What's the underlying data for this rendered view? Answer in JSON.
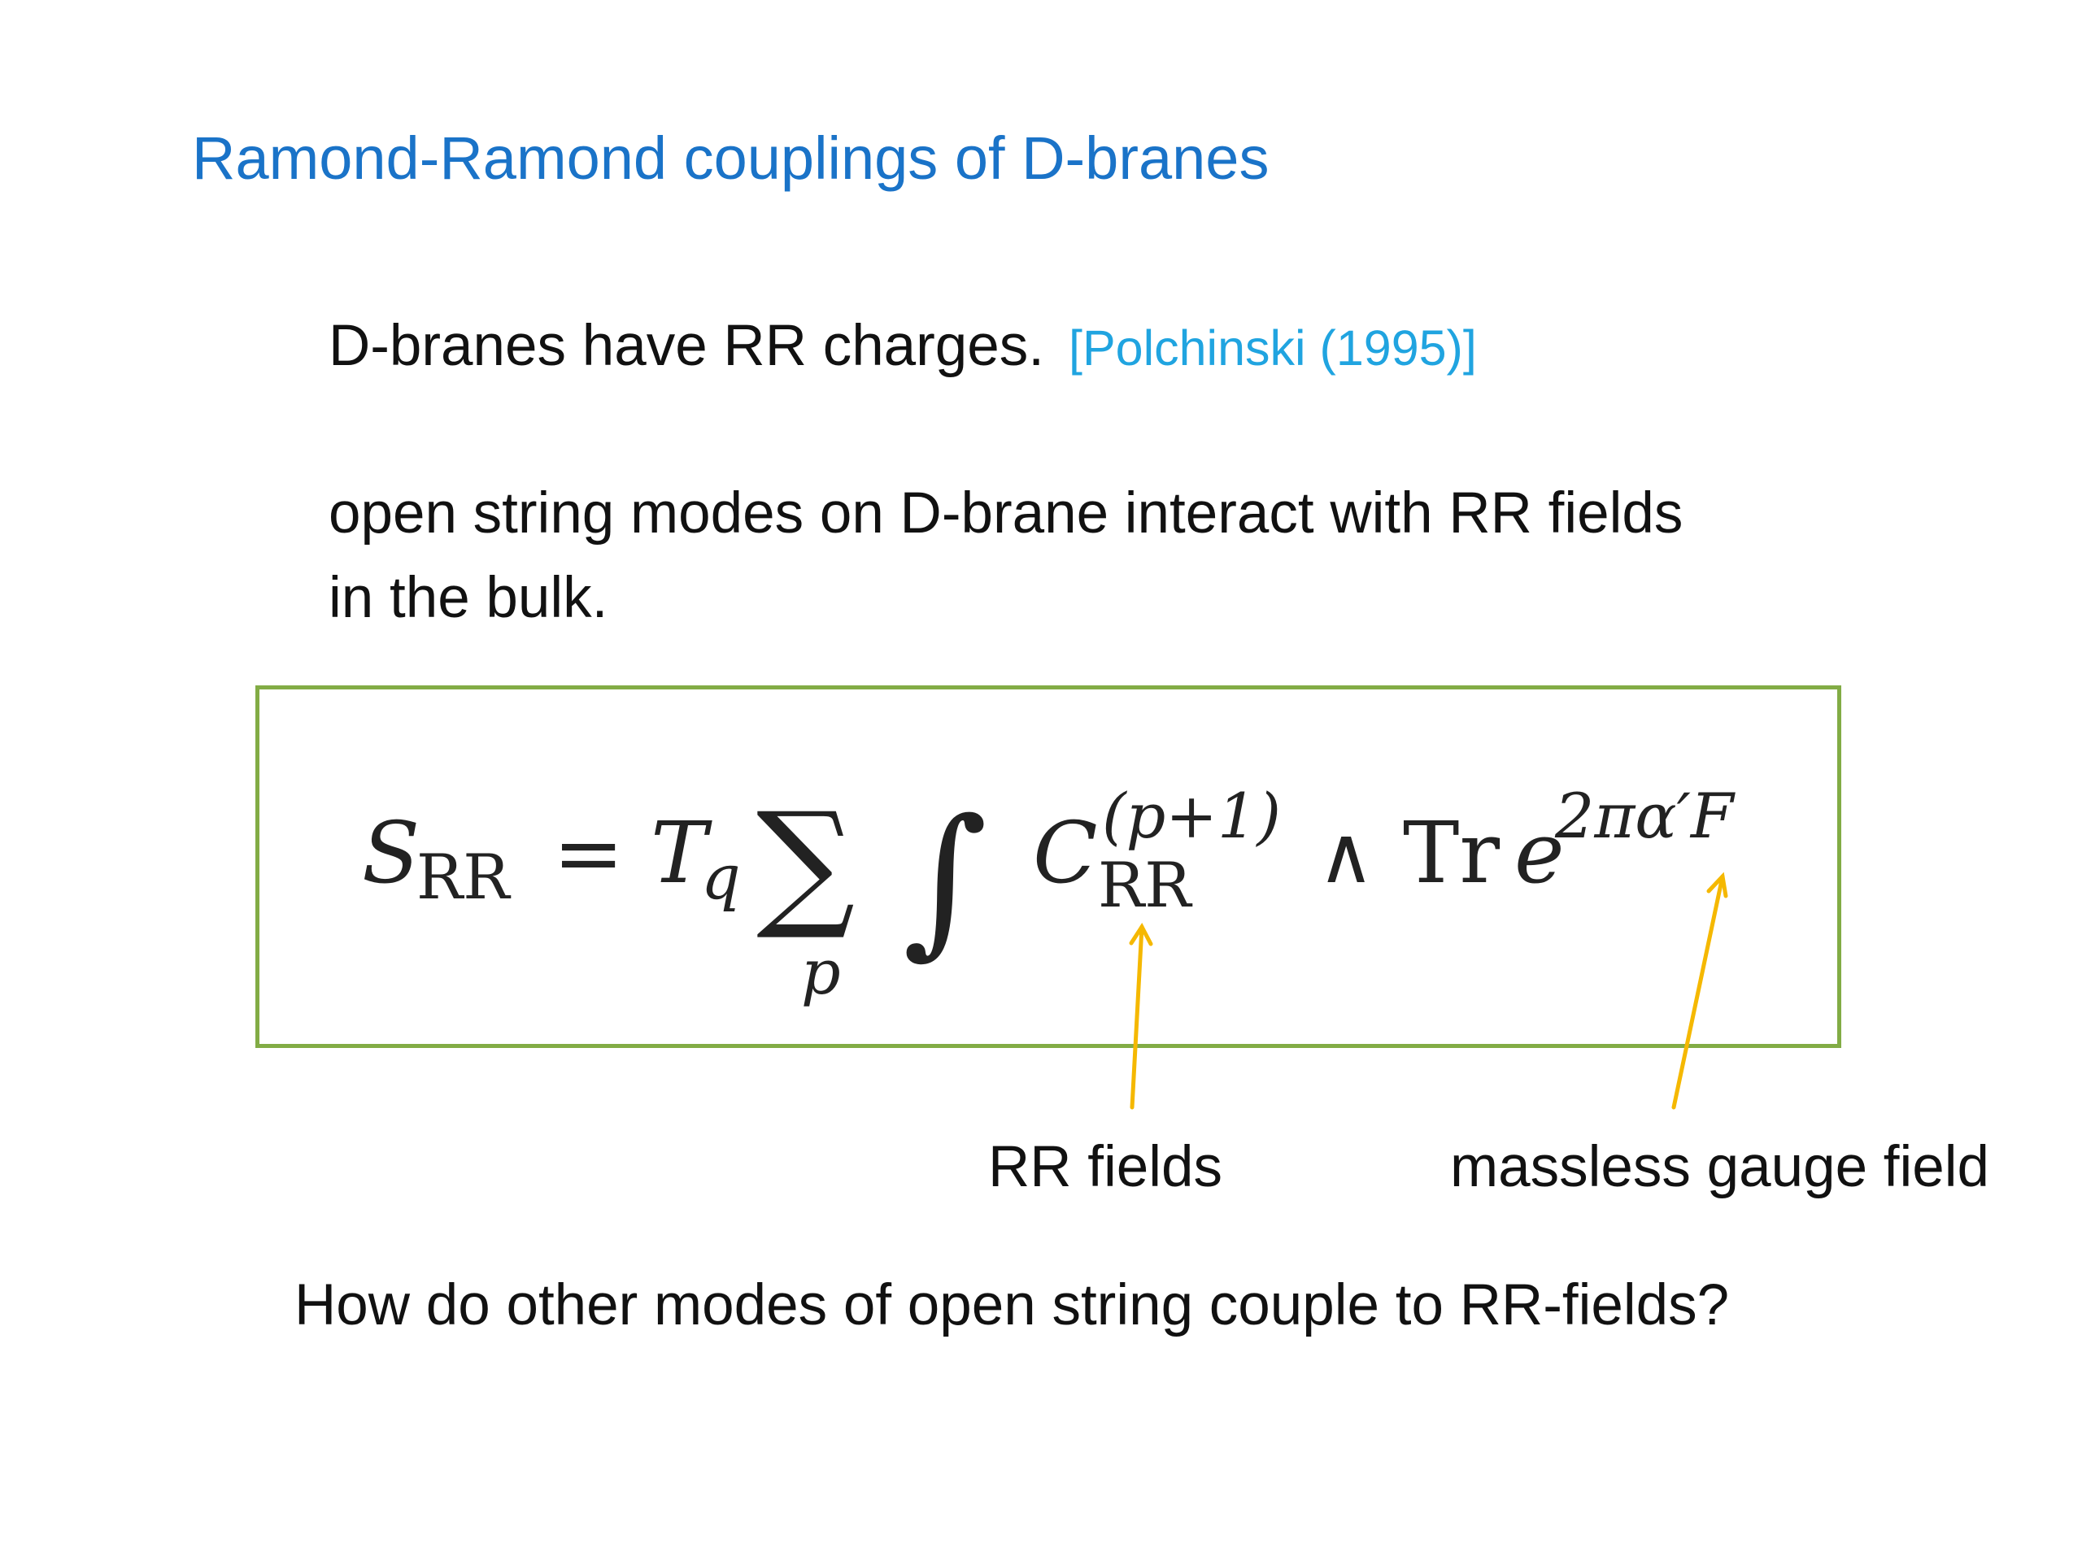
{
  "slide": {
    "title": "Ramond-Ramond couplings of D-branes",
    "line1": "D-branes have RR charges.",
    "citation": "[Polchinski (1995)]",
    "line2": "open string modes on D-brane interact with RR fields",
    "line3": "in the bulk.",
    "equation": {
      "S": "S",
      "S_sub": "RR",
      "equals": "=",
      "T": "T",
      "T_sub": "q",
      "sum_sign": "∑",
      "sum_index": "p",
      "integral_sign": "∫",
      "C": "C",
      "C_sub": "RR",
      "C_sup": "(p+1)",
      "wedge": "∧",
      "trace": "Tr",
      "exp_base": "e",
      "exp_sup": "2πα′F"
    },
    "annotation_left": "RR fields",
    "annotation_right": "massless gauge field",
    "question": "How do other modes of open string couple to RR-fields?"
  },
  "colors": {
    "title": "#1a73c8",
    "citation": "#20a4e0",
    "box_border": "#82ac45",
    "arrow": "#f5b800",
    "text": "#111111"
  }
}
